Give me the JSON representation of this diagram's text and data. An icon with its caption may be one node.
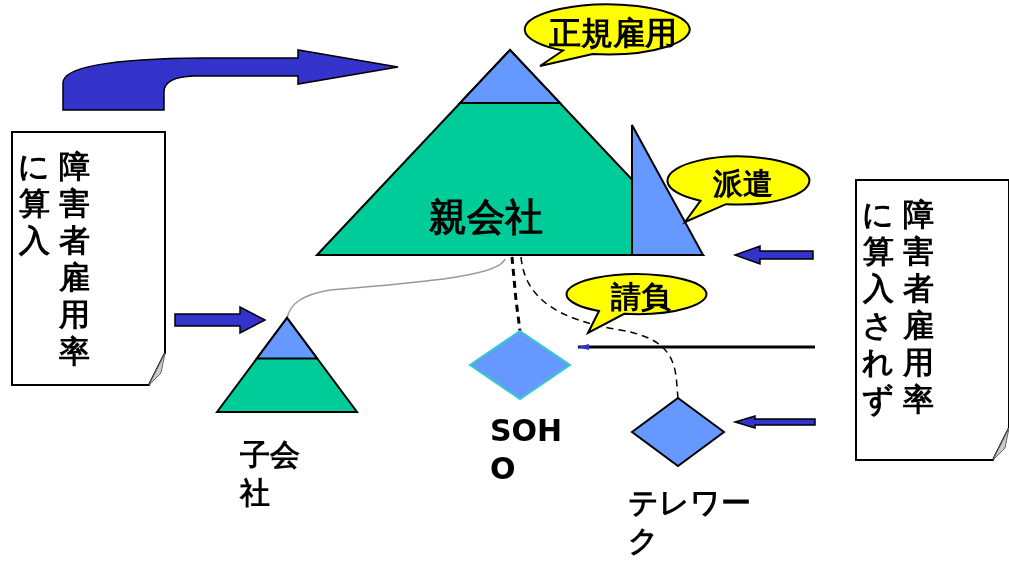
{
  "diagram": {
    "nodes": [
      {
        "text": [
          "親会社"
        ]
      },
      {
        "text": [
          "正規雇用"
        ]
      },
      {
        "text": [
          "派遣"
        ]
      },
      {
        "text": [
          "請負"
        ]
      },
      {
        "text": [
          "障害者雇用率に算入"
        ]
      },
      {
        "text": [
          "障害者雇用率に算入されず"
        ]
      },
      {
        "text": [],
        "shape": "triangle",
        "beside": [
          "子会社"
        ]
      },
      {
        "text": [],
        "shape": "diamond",
        "beside": [
          "SOHO"
        ]
      },
      {
        "text": [],
        "shape": "diamond",
        "beside": [
          "テレワーク"
        ]
      }
    ],
    "edges": [
      {
        "from": 4,
        "to": 0,
        "arrow": "to"
      },
      {
        "from": 4,
        "to": 6,
        "arrow": "to"
      },
      {
        "from": 5,
        "to": 0,
        "arrow": "to"
      },
      {
        "from": 5,
        "to": 7,
        "arrow": "to",
        "color": "#000000"
      },
      {
        "from": 5,
        "to": 8,
        "arrow": "to"
      },
      {
        "from": 0,
        "to": 6,
        "arrow": "none",
        "color": "#999999"
      },
      {
        "from": 0,
        "to": 7,
        "arrow": "none",
        "style": "dashed",
        "color": "#000000"
      },
      {
        "from": 0,
        "to": 8,
        "arrow": "none",
        "style": "dashed",
        "color": "#000000"
      }
    ]
  }
}
